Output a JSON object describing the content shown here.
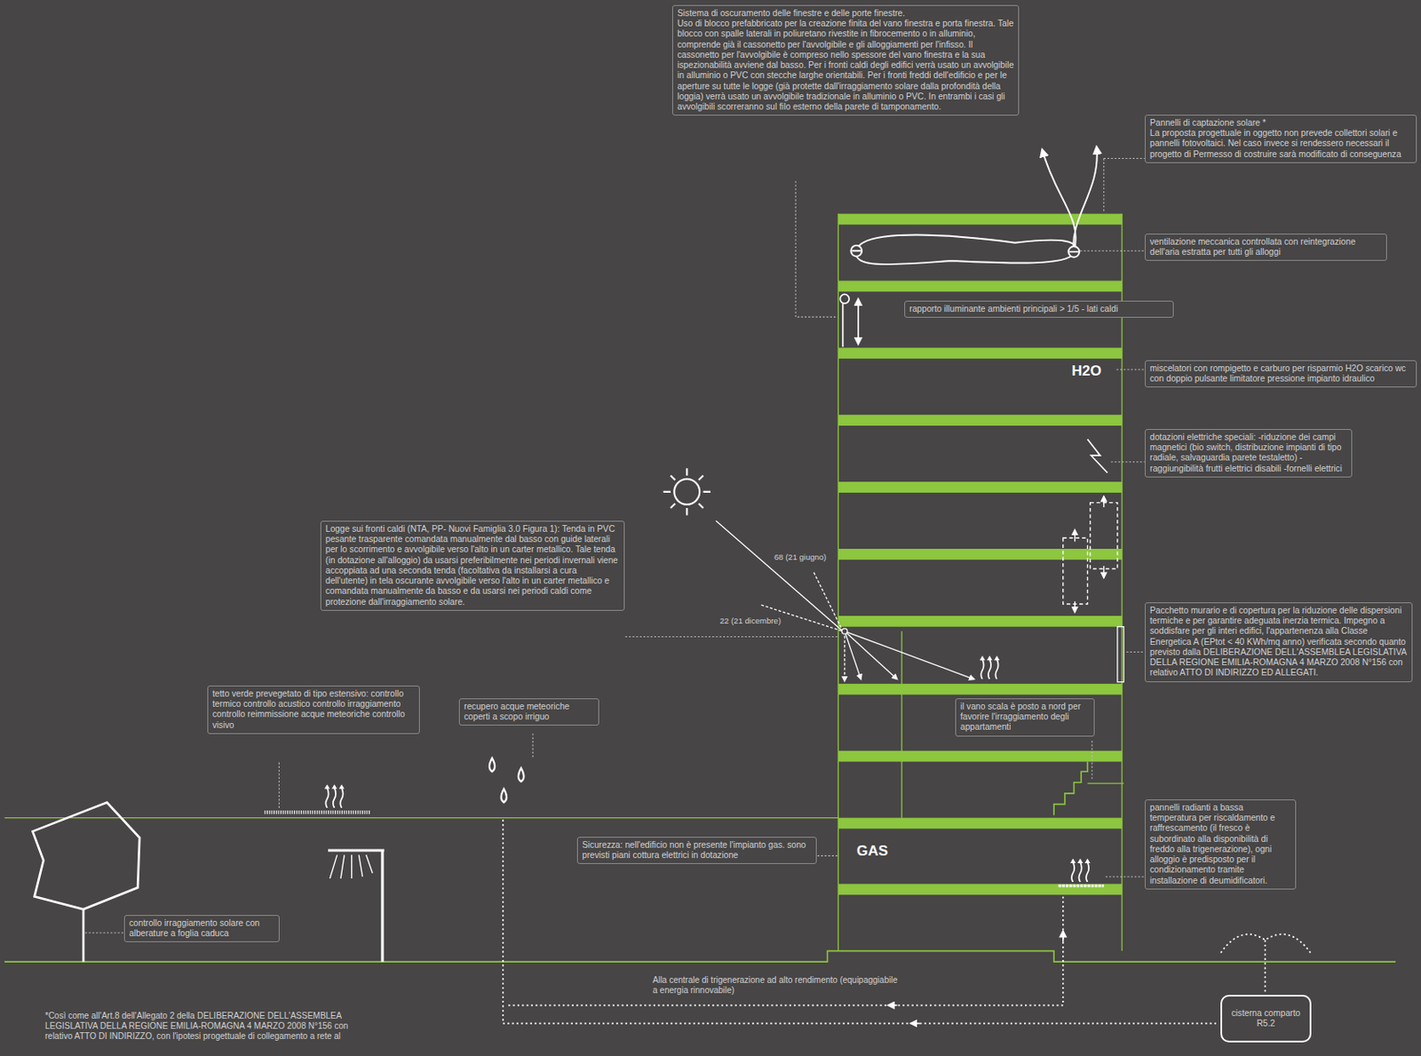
{
  "diagram": {
    "nodes": [
      {
        "text": [
          "Sistema di oscuramento delle finestre e delle porte finestre.",
          "Uso di blocco prefabbricato per la creazione finita del vano finestra e porta finestra. Tale blocco con spalle laterali in poliuretano rivestite in fibrocemento o in alluminio, comprende già il cassonetto per l'avvolgibile e gli alloggiamenti per l'infisso. Il cassonetto per l'avvolgibile è compreso nello spessore del vano finestra e la sua ispezionabilità avviene dal basso. Per i fronti caldi degli edifici verrà usato un avvolgibile in alluminio o PVC con stecche larghe orientabili. Per i fronti freddi dell'edificio e per le aperture su tutte le logge (già protette dall'irraggiamento solare dalla profondità della loggia) verrà usato un avvolgibile tradizionale in alluminio o PVC. In entrambi i casi gli avvolgibili scorreranno sul filo esterno della parete di tamponamento."
        ]
      },
      {
        "text": [
          "Pannelli di captazione solare *",
          "La proposta progettuale in oggetto non prevede collettori solari e pannelli fotovoltaici. Nel caso invece si rendessero necessari il progetto di Permesso di costruire sarà modificato di conseguenza"
        ]
      },
      {
        "text": [
          "ventilazione meccanica controllata con reintegrazione dell'aria estratta per tutti gli alloggi"
        ]
      },
      {
        "text": [
          "rapporto illuminante ambienti principali > 1/5 - lati caldi"
        ]
      },
      {
        "text": [
          "miscelatori con rompigetto e carburo per risparmio H2O scarico wc con doppio pulsante limitatore pressione impianto idraulico"
        ]
      },
      {
        "text": [
          "dotazioni elettriche speciali: -riduzione dei campi magnetici (bio switch, distribuzione impianti di tipo radiale, salvaguardia parete testaletto) -raggiungibilità frutti elettrici disabili -fornelli elettrici"
        ]
      },
      {
        "text": [
          "Pacchetto murario e di copertura per la riduzione delle dispersioni termiche e per garantire adeguata inerzia termica. Impegno a soddisfare per gli interi edifici, l'appartenenza alla Classe Energetica A (EPtot < 40 KWh/mq anno) verificata secondo quanto previsto dalla DELIBERAZIONE DELL'ASSEMBLEA LEGISLATIVA DELLA REGIONE EMILIA-ROMAGNA 4 MARZO 2008 N°156 con relativo ATTO DI INDIRIZZO ED ALLEGATI."
        ]
      },
      {
        "text": [
          "Logge sui fronti caldi (NTA, PP- Nuovi Famiglia 3.0 Figura 1): Tenda in PVC pesante trasparente comandata manualmente dal basso con guide laterali per lo scorrimento e avvolgibile verso l'alto in un carter metallico. Tale tenda (in dotazione all'alloggio) da usarsi preferibilmente nei periodi invernali viene accoppiata ad una seconda tenda (facoltativa da installarsi a cura dell'utente) in tela oscurante avvolgibile verso l'alto in un carter metallico e comandata manualmente da basso e da usarsi nei periodi caldi come protezione dall'irraggiamento solare."
        ]
      },
      {
        "text": [
          "tetto verde prevegetato di tipo estensivo: controllo termico controllo acustico controllo irraggiamento controllo reimmissione acque meteoriche controllo visivo"
        ]
      },
      {
        "text": [
          "recupero acque meteoriche coperti a scopo irriguo"
        ]
      },
      {
        "text": [
          "il vano scala è posto a nord per favorire l'irraggiamento degli appartamenti"
        ]
      },
      {
        "text": [
          "Sicurezza: nell'edificio non è presente l'impianto gas. sono previsti piani cottura elettrici in dotazione"
        ]
      },
      {
        "text": [
          "pannelli radianti a bassa temperatura per riscaldamento e raffrescamento (il fresco è subordinato alla disponibilità di freddo alla trigenerazione), ogni alloggio è predisposto per il condizionamento tramite installazione di deumidificatori."
        ]
      },
      {
        "text": [
          "controllo irraggiamento solare con alberature a foglia caduca"
        ]
      },
      {
        "text": [
          "cisterna comparto R5.2"
        ]
      }
    ],
    "labels": [
      "H2O",
      "GAS",
      "68 (21 giugno)",
      "22 (21 dicembre)",
      "Alla centrale di trigenerazione ad alto rendimento (equipaggiabile a energia rinnovabile)",
      "*Così come all'Art.8 dell'Allegato 2 della DELIBERAZIONE DELL'ASSEMBLEA LEGISLATIVA DELLA REGIONE EMILIA-ROMAGNA 4 MARZO 2008 N°156 con relativo ATTO DI INDIRIZZO, con l'ipotesi progettuale di collegamento a rete al"
    ]
  }
}
